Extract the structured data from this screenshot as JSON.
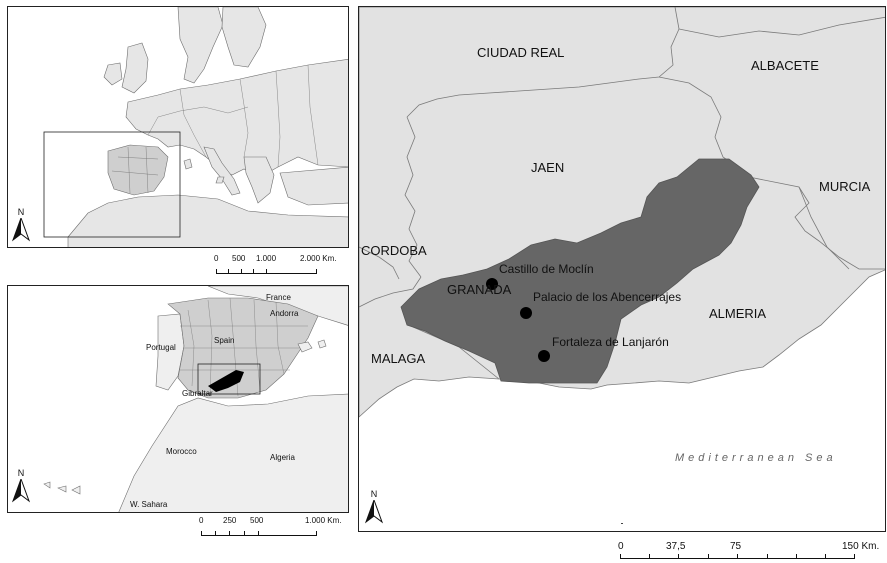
{
  "colors": {
    "land": "#e2e2e2",
    "land_outline": "#7a7a7a",
    "granada": "#666666",
    "sea": "#ffffff",
    "point": "#000000",
    "spain_highlight": "#cfcfcf",
    "granada_inset": "#000000"
  },
  "europe_inset": {
    "scale": {
      "labels": [
        "0",
        "500",
        "1.000",
        "2.000 Km."
      ]
    },
    "north_label": "N",
    "north_icon": "north-arrow-icon"
  },
  "iberia_inset": {
    "place_labels": {
      "france": "France",
      "andorra": "Andorra",
      "portugal": "Portugal",
      "spain": "Spain",
      "gibraltar": "Gibraltar",
      "morocco": "Morocco",
      "algeria": "Algeria",
      "w_sahara": "W. Sahara"
    },
    "scale": {
      "labels": [
        "0",
        "250",
        "500",
        "1.000 Km."
      ]
    },
    "north_label": "N",
    "north_icon": "north-arrow-icon"
  },
  "main_map": {
    "provinces": {
      "ciudad_real": "CIUDAD REAL",
      "albacete": "ALBACETE",
      "jaen": "JAEN",
      "murcia": "MURCIA",
      "cordoba": "CORDOBA",
      "granada": "GRANADA",
      "almeria": "ALMERIA",
      "malaga": "MALAGA"
    },
    "sea_label": "Mediterranean Sea",
    "points": [
      {
        "label": "Castillo de Moclín"
      },
      {
        "label": "Palacio de los Abencerrajes"
      },
      {
        "label": "Fortaleza de Lanjarón"
      }
    ],
    "north_label": "N",
    "north_icon": "north-arrow-icon",
    "scale": {
      "labels": [
        "0",
        "37,5",
        "75",
        "150 Km."
      ]
    }
  }
}
